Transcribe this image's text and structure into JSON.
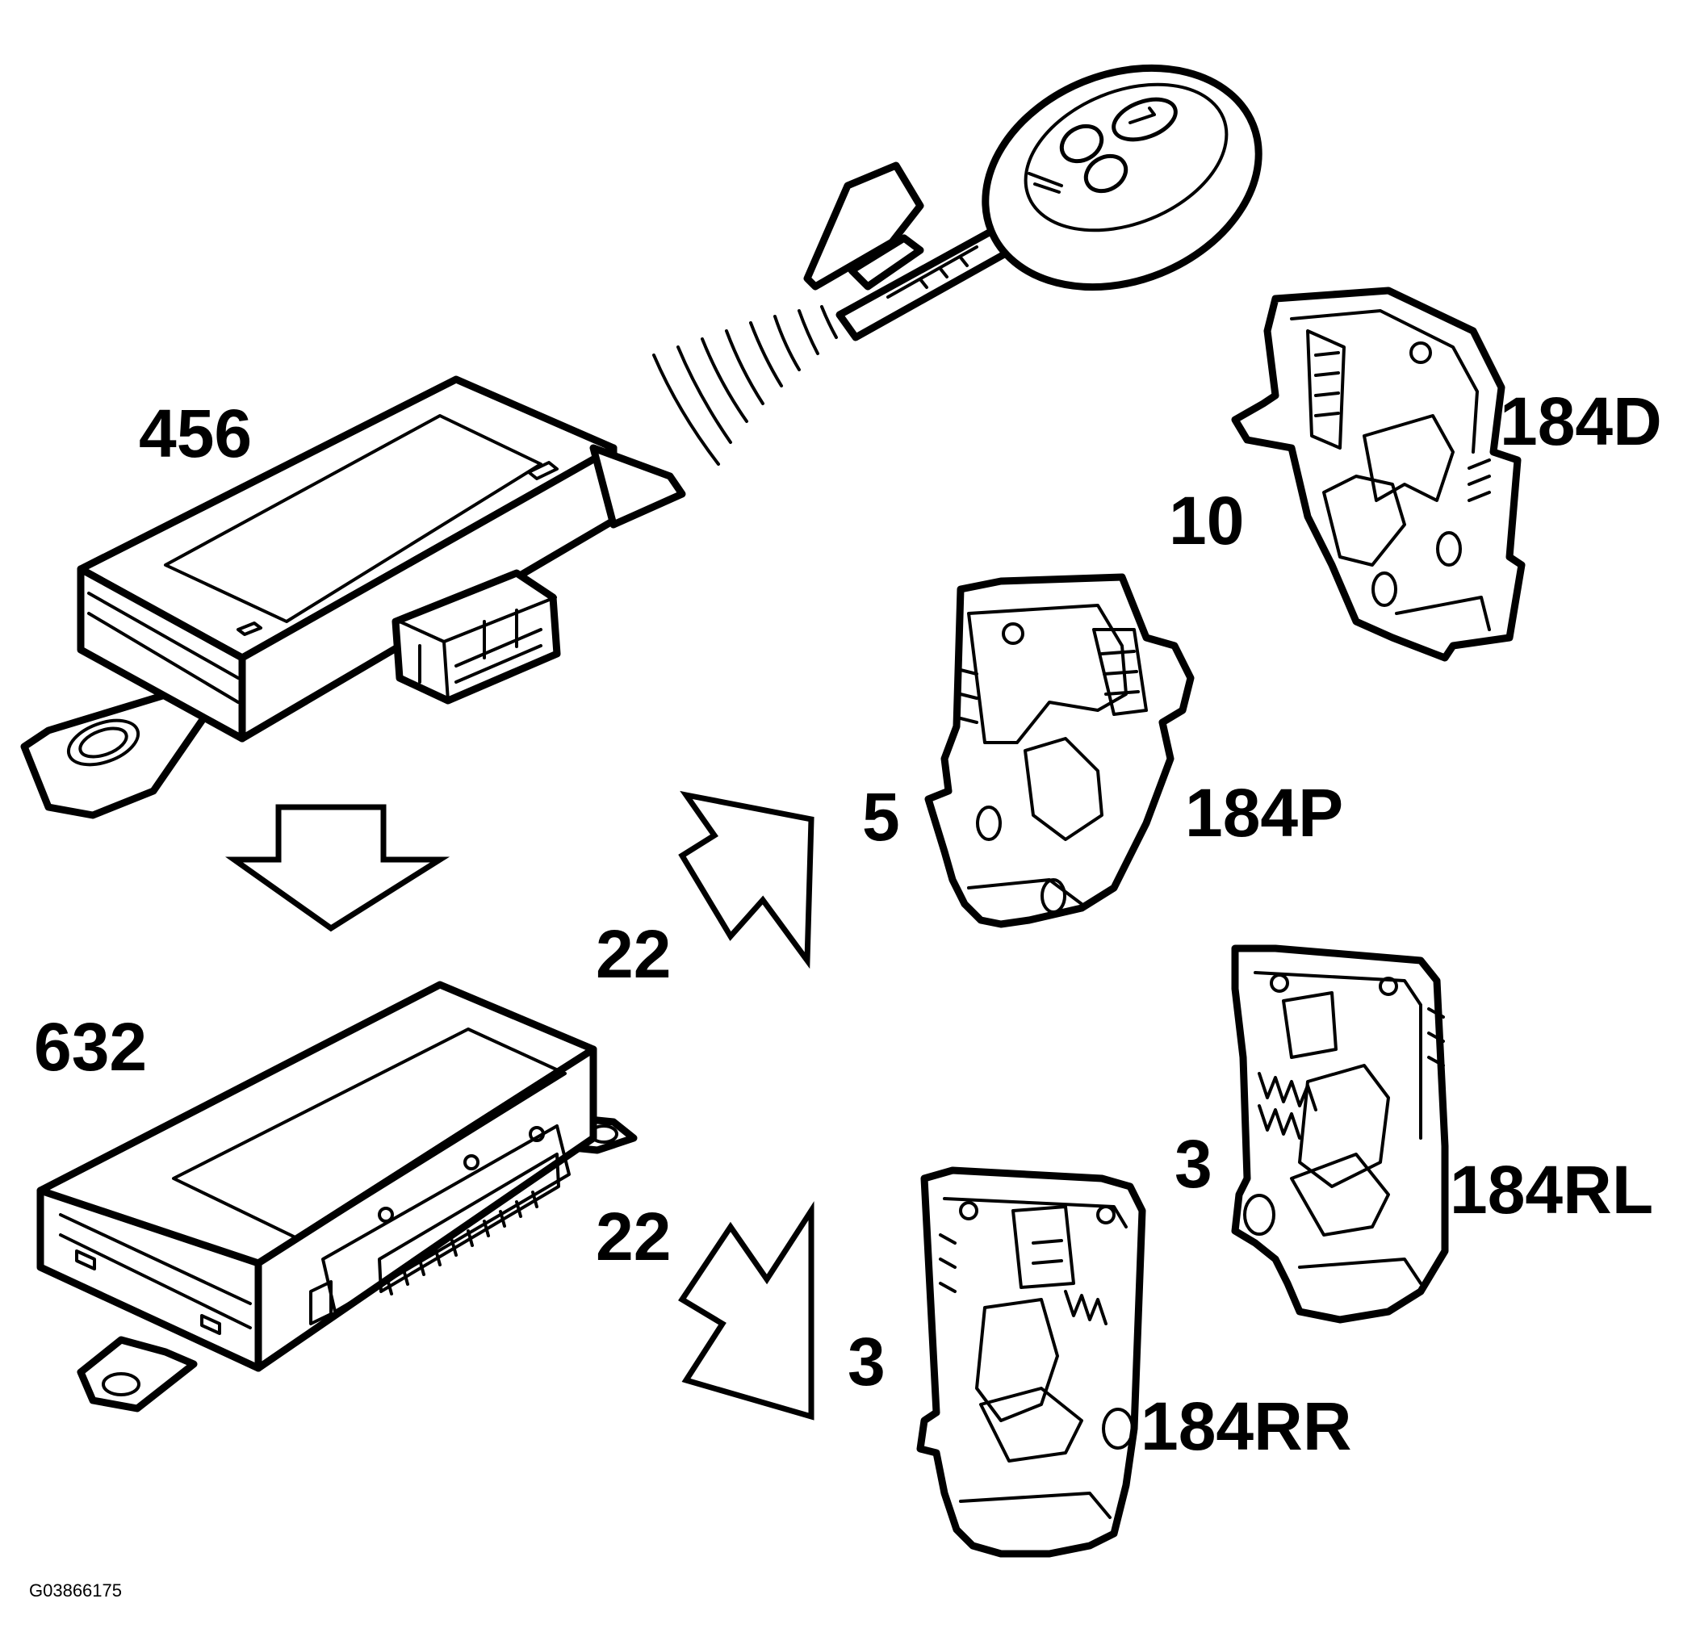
{
  "callouts": {
    "module_456": "456",
    "module_632": "632",
    "arrow_upper": "22",
    "arrow_lower": "22",
    "lock_184d_ref": "10",
    "lock_184d": "184D",
    "lock_184p_ref": "5",
    "lock_184p": "184P",
    "lock_184rl_ref": "3",
    "lock_184rl": "184RL",
    "lock_184rr_ref": "3",
    "lock_184rr": "184RR"
  },
  "figure_id": "G03866175"
}
